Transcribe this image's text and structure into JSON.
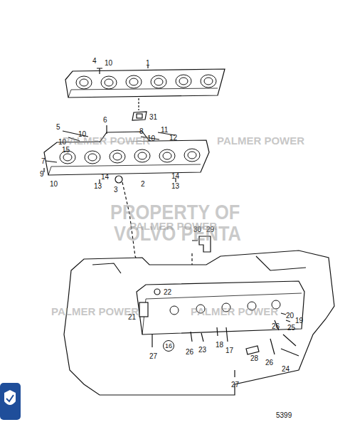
{
  "diagram": {
    "caption": "5399",
    "nodes": [
      {
        "text": [
          "16"
        ]
      }
    ],
    "labels": [
      "4",
      "10",
      "1",
      "31",
      "5",
      "10",
      "6",
      "11",
      "8",
      "10",
      "12",
      "10",
      "15",
      "7",
      "9",
      "10",
      "14",
      "14",
      "13",
      "13",
      "3",
      "2",
      "30",
      "29",
      "22",
      "21",
      "20",
      "19",
      "25",
      "26",
      "27",
      "26",
      "23",
      "18",
      "17",
      "28",
      "26",
      "24",
      "27",
      "PALMER POWER",
      "PALMER POWER",
      "PALMER POWER",
      "PALMER POWER",
      "PALMER POWER",
      "PROPERTY OF",
      "VOLVO PENTA"
    ]
  }
}
